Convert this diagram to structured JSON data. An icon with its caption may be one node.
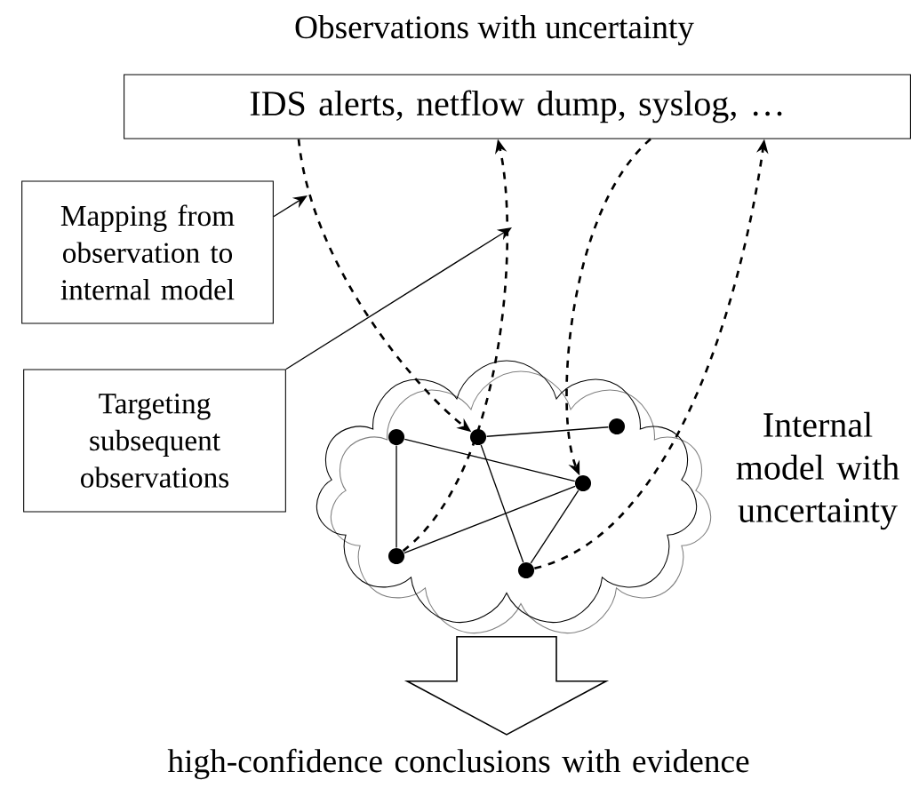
{
  "diagram": {
    "title": "Observations with uncertainty",
    "nodes": [
      {
        "text": [
          "IDS alerts, netflow dump, syslog, …"
        ]
      },
      {
        "text": [
          "Mapping from observation to internal model"
        ]
      },
      {
        "text": [
          "Targeting subsequent observations"
        ]
      },
      {
        "text": [],
        "shape": "cloud",
        "beside": [
          "Internal model with uncertainty"
        ]
      },
      {
        "text": [],
        "shape": "circle",
        "in": 3
      },
      {
        "text": [],
        "shape": "circle",
        "in": 3
      },
      {
        "text": [],
        "shape": "circle",
        "in": 3
      },
      {
        "text": [],
        "shape": "circle",
        "in": 3
      },
      {
        "text": [],
        "shape": "circle",
        "in": 3
      },
      {
        "text": [],
        "shape": "circle",
        "in": 3
      },
      {
        "text": [
          "high-confidence conclusions with evidence"
        ]
      }
    ],
    "edges": [
      {
        "from": 0,
        "to": 6,
        "arrow": "to",
        "style": "dashed"
      },
      {
        "from": 5,
        "to": 0,
        "arrow": "to",
        "style": "dashed"
      },
      {
        "from": 0,
        "to": 8,
        "arrow": "to",
        "style": "dashed"
      },
      {
        "from": 7,
        "to": 0,
        "arrow": "to",
        "style": "dashed"
      },
      {
        "from": 1,
        "to": null,
        "arrow": "to"
      },
      {
        "from": 2,
        "to": null,
        "arrow": "to"
      },
      {
        "from": 4,
        "to": 5,
        "arrow": "none"
      },
      {
        "from": 4,
        "to": 8,
        "arrow": "none"
      },
      {
        "from": 6,
        "to": 9,
        "arrow": "none"
      },
      {
        "from": 6,
        "to": 7,
        "arrow": "none"
      },
      {
        "from": 5,
        "to": 8,
        "arrow": "none"
      },
      {
        "from": 8,
        "to": 7,
        "arrow": "none"
      },
      {
        "from": 3,
        "to": 10,
        "arrow": "to"
      }
    ]
  }
}
